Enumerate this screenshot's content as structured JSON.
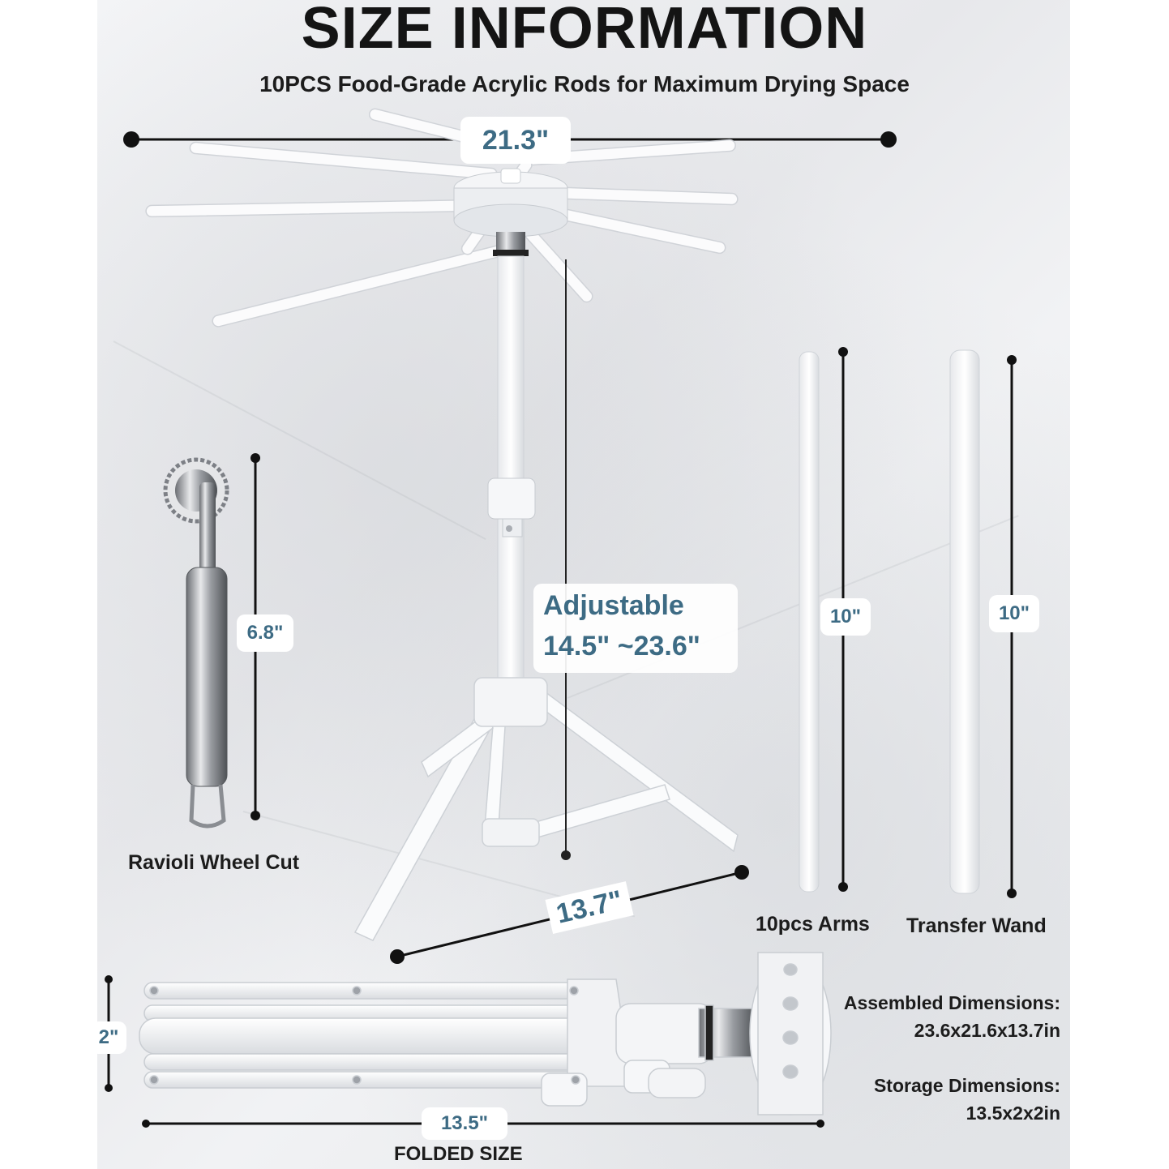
{
  "header": {
    "title": "SIZE INFORMATION",
    "subtitle": "10PCS Food-Grade Acrylic Rods for Maximum Drying Space"
  },
  "dimensions": {
    "width_top": "21.3\"",
    "adjustable_label": "Adjustable",
    "adjustable_range": "14.5\" ~23.6\"",
    "base_width": "13.7\"",
    "cutter_length": "6.8\"",
    "arm_length": "10\"",
    "wand_length": "10\"",
    "folded_height": "2\"",
    "folded_length": "13.5\""
  },
  "captions": {
    "ravioli": "Ravioli Wheel Cut",
    "arms": "10pcs Arms",
    "wand": "Transfer Wand",
    "folded": "FOLDED SIZE"
  },
  "specs": {
    "assembled_label": "Assembled Dimensions:",
    "assembled_value": "23.6x21.6x13.7in",
    "storage_label": "Storage Dimensions:",
    "storage_value": "13.5x2x2in"
  },
  "colors": {
    "accent": "#3d6b84",
    "text": "#1c1c1c"
  }
}
